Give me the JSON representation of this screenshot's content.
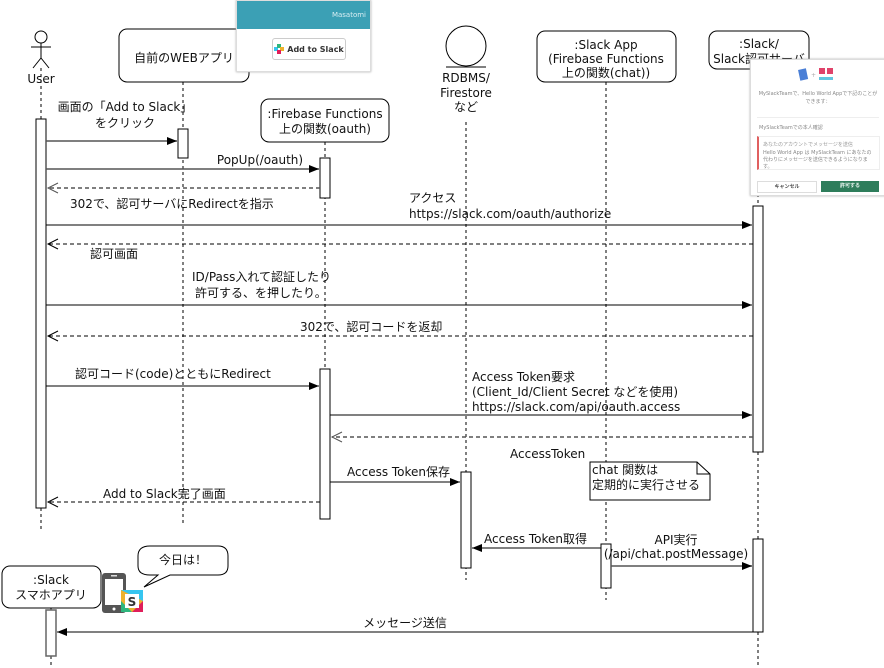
{
  "participants": {
    "user": {
      "label": "User"
    },
    "webapp": {
      "label": "自前のWEBアプリ"
    },
    "oauth_fn": {
      "line1": ":Firebase Functions",
      "line2": "上の関数(oauth)"
    },
    "db": {
      "line1": "RDBMS/",
      "line2": "Firestore",
      "line3": "など"
    },
    "slack_app": {
      "line1": ":Slack App",
      "line2": "(Firebase Functions",
      "line3": "上の関数(chat))"
    },
    "slack_auth": {
      "line1": ":Slack/",
      "line2": "Slack認可サーバ"
    },
    "mobile": {
      "line1": ":Slack",
      "line2": "スマホアプリ"
    }
  },
  "messages": [
    {
      "id": "m1",
      "lines": [
        "画面の「Add to Slack」",
        "をクリック"
      ],
      "type": "sync"
    },
    {
      "id": "m2",
      "lines": [
        "PopUp(/oauth)"
      ],
      "type": "sync"
    },
    {
      "id": "m3",
      "lines": [
        "302で、認可サーバにRedirectを指示"
      ],
      "type": "return"
    },
    {
      "id": "m4",
      "lines": [
        "アクセス",
        "https://slack.com/oauth/authorize"
      ],
      "type": "sync"
    },
    {
      "id": "m5",
      "lines": [
        "認可画面"
      ],
      "type": "return"
    },
    {
      "id": "m6",
      "lines": [
        "ID/Pass入れて認証したり",
        "許可する、を押したり。"
      ],
      "type": "sync"
    },
    {
      "id": "m7",
      "lines": [
        "302で、認可コードを返却"
      ],
      "type": "return"
    },
    {
      "id": "m8",
      "lines": [
        "認可コード(code)とともにRedirect"
      ],
      "type": "sync"
    },
    {
      "id": "m9",
      "lines": [
        "Access Token要求",
        "(Client_Id/Client Secret などを使用)",
        "https://slack.com/api/oauth.access"
      ],
      "type": "sync"
    },
    {
      "id": "m10",
      "lines": [
        "AccessToken"
      ],
      "type": "return"
    },
    {
      "id": "m11",
      "lines": [
        "Access Token保存"
      ],
      "type": "sync"
    },
    {
      "id": "m12",
      "lines": [
        "Add to Slack完了画面"
      ],
      "type": "return"
    },
    {
      "id": "m13",
      "lines": [
        "Access Token取得"
      ],
      "type": "sync"
    },
    {
      "id": "m14",
      "lines": [
        "API実行",
        "(/api/chat.postMessage)"
      ],
      "type": "sync"
    },
    {
      "id": "m15",
      "lines": [
        "メッセージ送信"
      ],
      "type": "sync"
    }
  ],
  "note": {
    "lines": [
      "chat 関数は",
      "定期的に実行させる"
    ]
  },
  "speech_bubble": {
    "text": "今日は！"
  },
  "add_to_slack_screenshot": {
    "header_user": "Masatomi",
    "button_label": "Add to Slack"
  },
  "auth_screenshot": {
    "title": "MySlackTeamで、Hello World Appで下記のことができます：",
    "team_label": "MySlackTeamでの本人確認",
    "warning_title": "あなたのアカウントでメッセージを送信",
    "warning_body": "Hello World App は MySlackTeam にあなたの代わりにメッセージを送信できるようになります。",
    "cancel_label": "キャンセル",
    "allow_label": "許可する"
  },
  "slack_app_icon": {
    "letter": "S"
  },
  "colors": {
    "slack_header": "#3ba0b5",
    "allow_button": "#2e7d5b",
    "warning": "#e06060"
  }
}
